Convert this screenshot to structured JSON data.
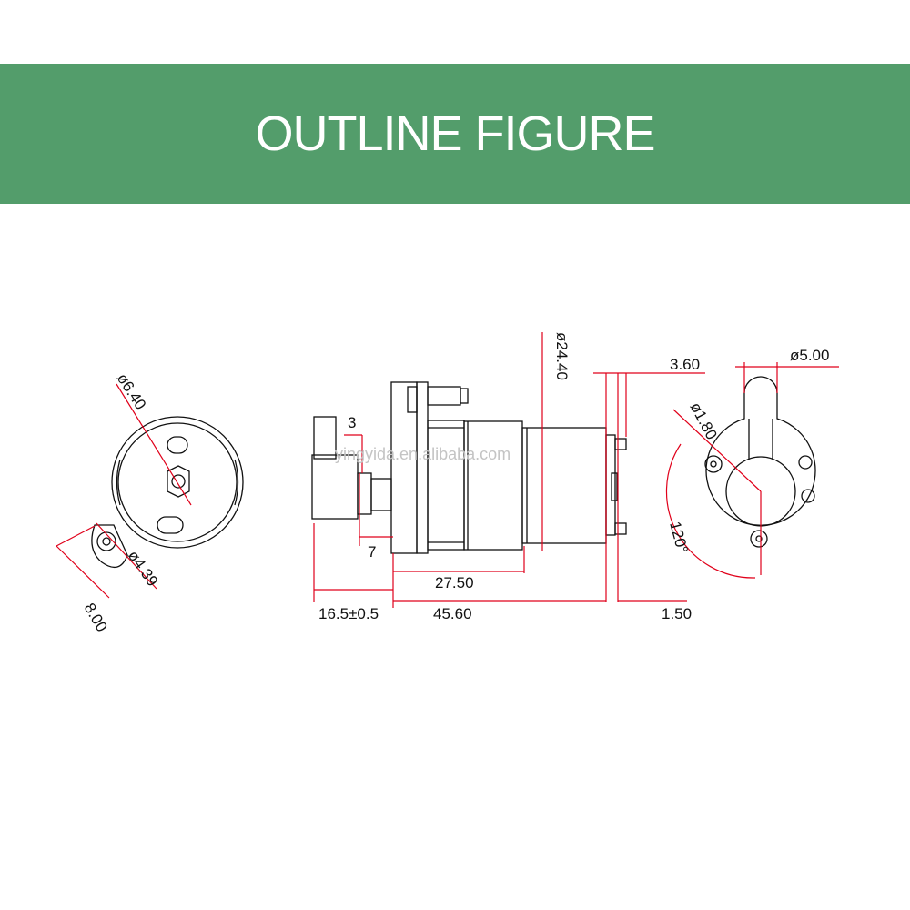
{
  "banner": {
    "title": "OUTLINE FIGURE",
    "bg_color": "#539d6b",
    "text_color": "#ffffff"
  },
  "colors": {
    "line": "#111111",
    "dimension": "#e0001a"
  },
  "watermark": "yingyida.en.alibaba.com",
  "dimensions": {
    "left": {
      "d1": "ø6.40",
      "d2": "ø4.39",
      "d3": "8.00"
    },
    "side": {
      "d1": "ø24.40",
      "d2": "3",
      "d3": "7",
      "d4": "27.50",
      "d5": "16.5±0.5",
      "d6": "45.60",
      "d7": "3.60",
      "d8": "1.50"
    },
    "right": {
      "d1": "ø5.00",
      "d2": "ø1.80",
      "d3": "120°"
    }
  }
}
